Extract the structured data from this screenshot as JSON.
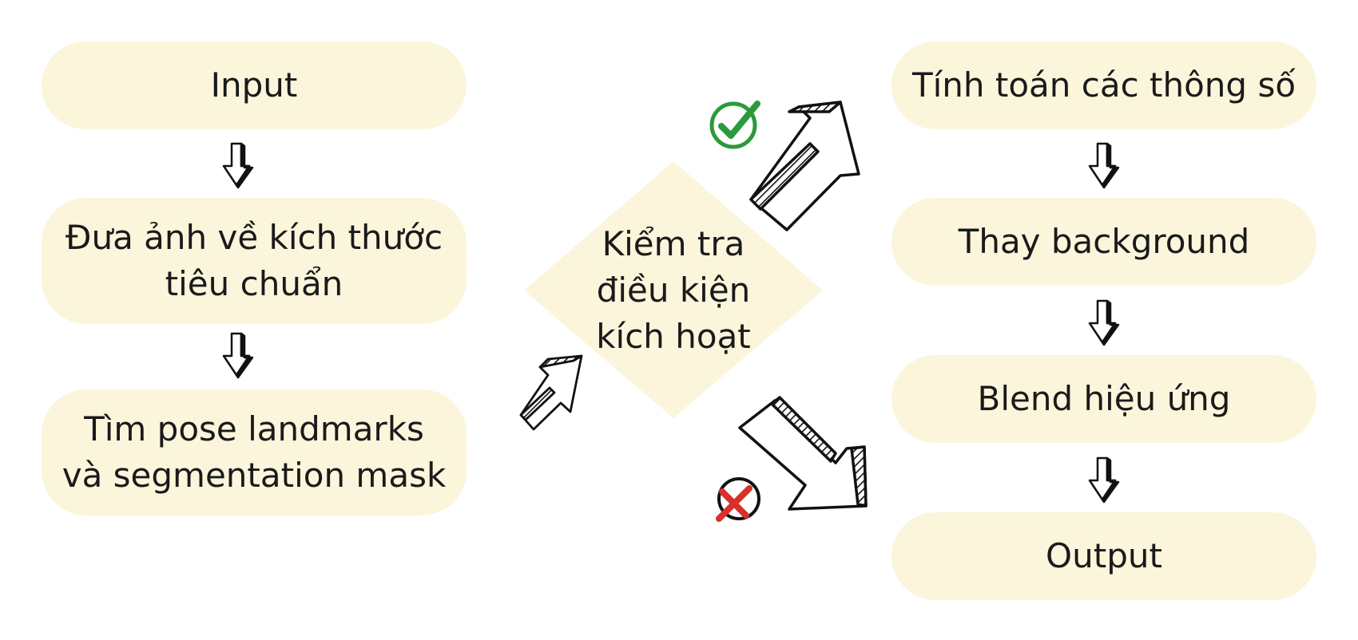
{
  "left_column": {
    "input": "Input",
    "resize_line1": "Đưa ảnh về kích thước",
    "resize_line2": "tiêu chuẩn",
    "pose_line1": "Tìm pose landmarks",
    "pose_line2": "và segmentation mask"
  },
  "decision": {
    "line1": "Kiểm tra",
    "line2": "điều kiện",
    "line3": "kích hoạt"
  },
  "right_column": {
    "compute": "Tính toán các thông số",
    "background": "Thay background",
    "blend": "Blend hiệu ứng",
    "output": "Output"
  },
  "icons": {
    "check": "check-circle-icon",
    "cross": "cross-circle-icon"
  },
  "colors": {
    "box_fill": "#fbf5dc",
    "check_green": "#2a9a3a",
    "cross_red": "#d8302a"
  }
}
